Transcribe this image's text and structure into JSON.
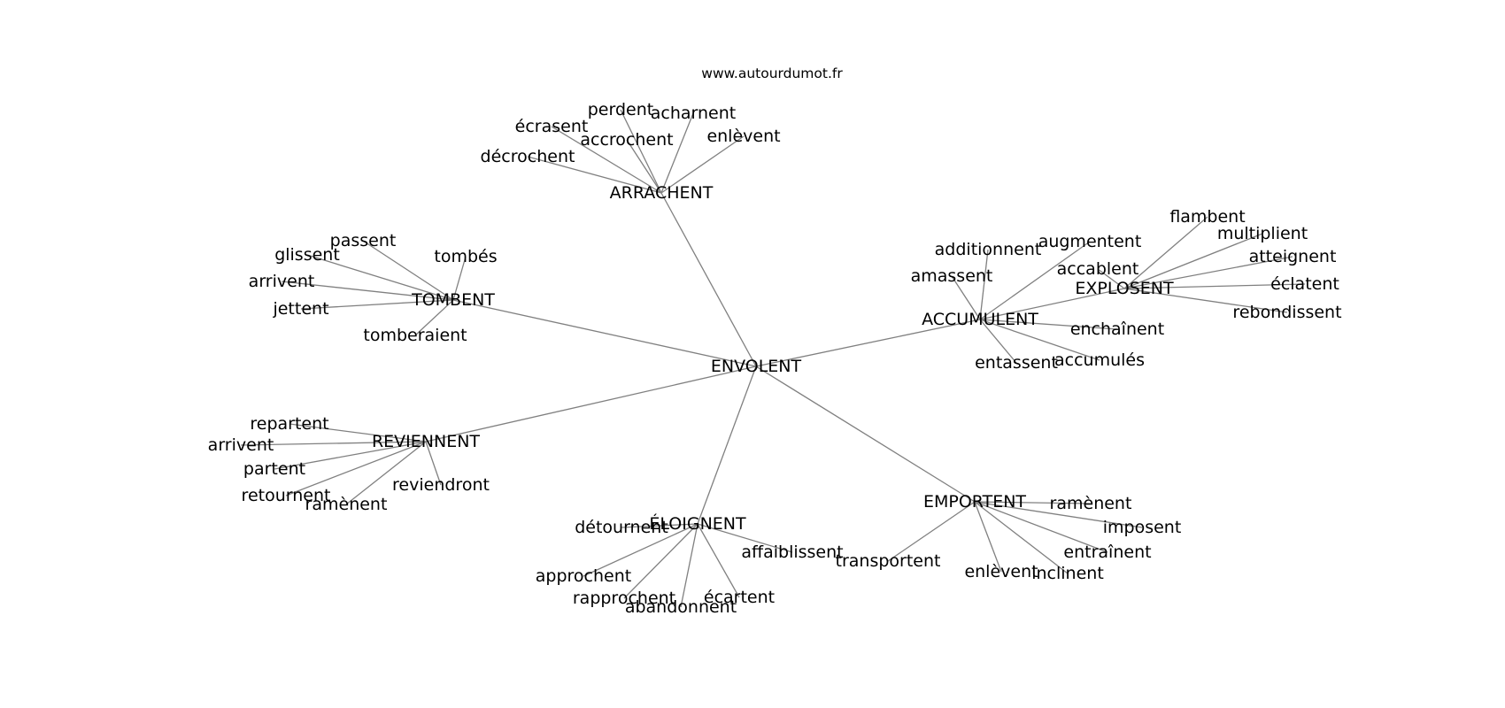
{
  "site": "www.autourdumot.fr",
  "nodes": [
    {
      "id": "n0",
      "label": "ENVOLENT"
    },
    {
      "id": "n1",
      "label": "ARRACHENT"
    },
    {
      "id": "n2",
      "label": "perdent"
    },
    {
      "id": "n3",
      "label": "acharnent"
    },
    {
      "id": "n4",
      "label": "écrasent"
    },
    {
      "id": "n5",
      "label": "accrochent"
    },
    {
      "id": "n6",
      "label": "enlèvent"
    },
    {
      "id": "n7",
      "label": "décrochent"
    },
    {
      "id": "n8",
      "label": "TOMBENT"
    },
    {
      "id": "n9",
      "label": "passent"
    },
    {
      "id": "n10",
      "label": "glissent"
    },
    {
      "id": "n11",
      "label": "tombés"
    },
    {
      "id": "n12",
      "label": "arrivent"
    },
    {
      "id": "n13",
      "label": "jettent"
    },
    {
      "id": "n14",
      "label": "tomberaient"
    },
    {
      "id": "n15",
      "label": "ACCUMULENT"
    },
    {
      "id": "n16",
      "label": "additionnent"
    },
    {
      "id": "n17",
      "label": "augmentent"
    },
    {
      "id": "n18",
      "label": "amassent"
    },
    {
      "id": "n19",
      "label": "enchaînent"
    },
    {
      "id": "n20",
      "label": "entassent"
    },
    {
      "id": "n21",
      "label": "accumulés"
    },
    {
      "id": "n22",
      "label": "EXPLOSENT"
    },
    {
      "id": "n23",
      "label": "flambent"
    },
    {
      "id": "n24",
      "label": "multiplient"
    },
    {
      "id": "n25",
      "label": "accablent"
    },
    {
      "id": "n26",
      "label": "atteignent"
    },
    {
      "id": "n27",
      "label": "éclatent"
    },
    {
      "id": "n28",
      "label": "rebondissent"
    },
    {
      "id": "n29",
      "label": "REVIENNENT"
    },
    {
      "id": "n30",
      "label": "repartent"
    },
    {
      "id": "n31",
      "label": "arrivent"
    },
    {
      "id": "n32",
      "label": "partent"
    },
    {
      "id": "n33",
      "label": "retournent"
    },
    {
      "id": "n34",
      "label": "ramènent"
    },
    {
      "id": "n35",
      "label": "reviendront"
    },
    {
      "id": "n36",
      "label": "ÉLOIGNENT"
    },
    {
      "id": "n37",
      "label": "détournent"
    },
    {
      "id": "n38",
      "label": "affaiblissent"
    },
    {
      "id": "n39",
      "label": "approchent"
    },
    {
      "id": "n40",
      "label": "rapprochent"
    },
    {
      "id": "n41",
      "label": "abandonnent"
    },
    {
      "id": "n42",
      "label": "écartent"
    },
    {
      "id": "n43",
      "label": "EMPORTENT"
    },
    {
      "id": "n44",
      "label": "ramènent"
    },
    {
      "id": "n45",
      "label": "imposent"
    },
    {
      "id": "n46",
      "label": "entraînent"
    },
    {
      "id": "n47",
      "label": "transportent"
    },
    {
      "id": "n48",
      "label": "enlèvent"
    },
    {
      "id": "n49",
      "label": "inclinent"
    }
  ],
  "edges": [
    [
      "n0",
      "n1"
    ],
    [
      "n0",
      "n8"
    ],
    [
      "n0",
      "n15"
    ],
    [
      "n0",
      "n29"
    ],
    [
      "n0",
      "n36"
    ],
    [
      "n0",
      "n43"
    ],
    [
      "n1",
      "n2"
    ],
    [
      "n1",
      "n3"
    ],
    [
      "n1",
      "n4"
    ],
    [
      "n1",
      "n5"
    ],
    [
      "n1",
      "n6"
    ],
    [
      "n1",
      "n7"
    ],
    [
      "n8",
      "n9"
    ],
    [
      "n8",
      "n10"
    ],
    [
      "n8",
      "n11"
    ],
    [
      "n8",
      "n12"
    ],
    [
      "n8",
      "n13"
    ],
    [
      "n8",
      "n14"
    ],
    [
      "n15",
      "n16"
    ],
    [
      "n15",
      "n17"
    ],
    [
      "n15",
      "n18"
    ],
    [
      "n15",
      "n19"
    ],
    [
      "n15",
      "n20"
    ],
    [
      "n15",
      "n21"
    ],
    [
      "n15",
      "n22"
    ],
    [
      "n22",
      "n23"
    ],
    [
      "n22",
      "n24"
    ],
    [
      "n22",
      "n25"
    ],
    [
      "n22",
      "n26"
    ],
    [
      "n22",
      "n27"
    ],
    [
      "n22",
      "n28"
    ],
    [
      "n29",
      "n30"
    ],
    [
      "n29",
      "n31"
    ],
    [
      "n29",
      "n32"
    ],
    [
      "n29",
      "n33"
    ],
    [
      "n29",
      "n34"
    ],
    [
      "n29",
      "n35"
    ],
    [
      "n36",
      "n37"
    ],
    [
      "n36",
      "n38"
    ],
    [
      "n36",
      "n39"
    ],
    [
      "n36",
      "n40"
    ],
    [
      "n36",
      "n41"
    ],
    [
      "n36",
      "n42"
    ],
    [
      "n43",
      "n44"
    ],
    [
      "n43",
      "n45"
    ],
    [
      "n43",
      "n46"
    ],
    [
      "n43",
      "n47"
    ],
    [
      "n43",
      "n48"
    ],
    [
      "n43",
      "n49"
    ]
  ]
}
